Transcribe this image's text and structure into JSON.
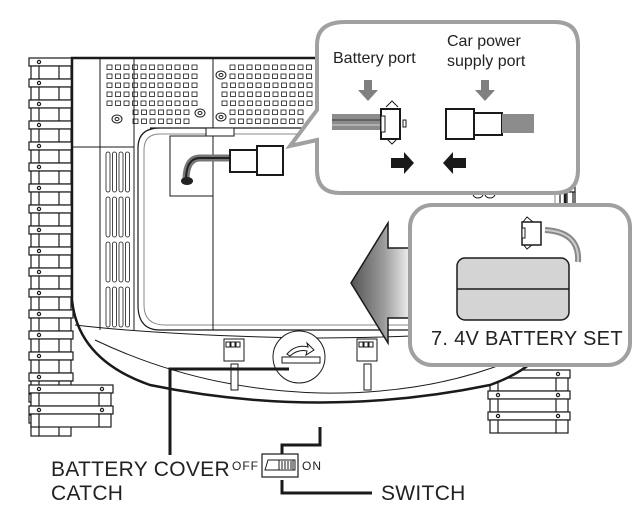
{
  "diagram": {
    "title": "Battery installation diagram",
    "callout_connectors": {
      "battery_port_label": "Battery port",
      "car_power_label_line1": "Car power",
      "car_power_label_line2": "supply port"
    },
    "callout_battery": {
      "label": "7. 4V BATTERY SET"
    },
    "labels": {
      "battery_cover_line1": "BATTERY COVER",
      "battery_cover_line2": "CATCH",
      "switch_label": "SWITCH",
      "switch_off": "OFF",
      "switch_on": "ON"
    },
    "icons": {
      "insert_arrow": "large-left-arrow",
      "down_arrows": "down-arrow",
      "connect_arrows": [
        "right-arrow",
        "left-arrow"
      ],
      "rotate_arrow": "curved-right-arrow"
    },
    "colors": {
      "line": "#1a1a1a",
      "callout_border": "#a0a0a0",
      "arrow_gray": "#808080",
      "battery_fill": "#d4d4d4",
      "cable_gray": "#8c8c8c"
    }
  }
}
